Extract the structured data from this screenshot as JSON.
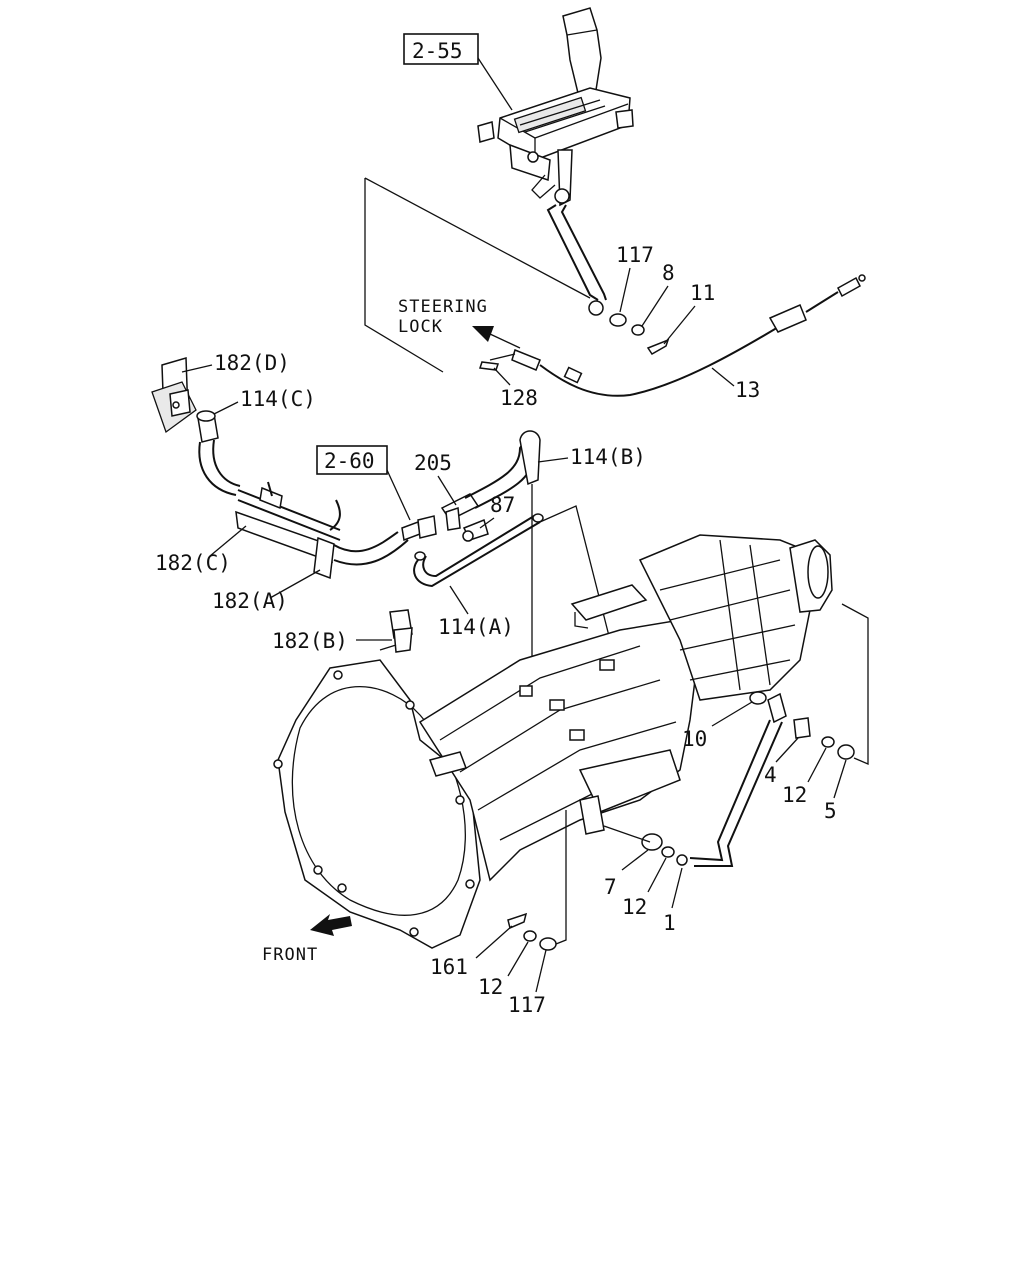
{
  "refs": {
    "ref_2_55": "2-55",
    "ref_2_60": "2-60"
  },
  "notes": {
    "steering_lock_1": "STEERING",
    "steering_lock_2": "LOCK",
    "front": "FRONT"
  },
  "callouts": {
    "c117_top": "117",
    "c8": "8",
    "c11": "11",
    "c13": "13",
    "c128": "128",
    "c182d": "182(D)",
    "c114c": "114(C)",
    "c205": "205",
    "c114b": "114(B)",
    "c87": "87",
    "c182c": "182(C)",
    "c182a": "182(A)",
    "c114a": "114(A)",
    "c182b": "182(B)",
    "c10": "10",
    "c4": "4",
    "c12_right": "12",
    "c5": "5",
    "c7": "7",
    "c12_mid": "12",
    "c1": "1",
    "c161": "161",
    "c12_bottom": "12",
    "c117_bottom": "117"
  }
}
